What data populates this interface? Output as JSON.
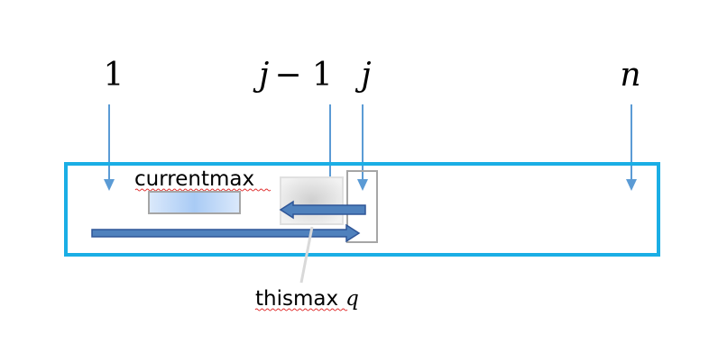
{
  "labels": {
    "one": "1",
    "j_minus_1_var": "j",
    "j_minus_1_rest": "− 1",
    "j": "j",
    "n": "n",
    "currentmax": "currentmax",
    "thismax": "thismax",
    "q": "q"
  },
  "colors": {
    "array_border": "#1aaee5",
    "pointer_arrow": "#5b9bd5",
    "scan_arrow_fill": "#4f81bd",
    "scan_arrow_stroke": "#2f5597",
    "box_gray": "#a6a6a6",
    "leader_line": "#d9d9d9",
    "currentmax_fill": "#b4d2f5",
    "text": "#000000",
    "spellcheck": "#e03030"
  }
}
